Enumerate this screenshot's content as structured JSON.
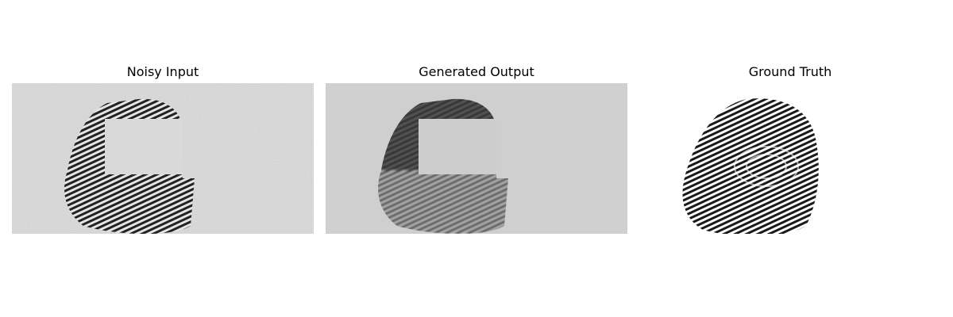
{
  "figure": {
    "panels": [
      {
        "title": "Noisy Input",
        "image": "noisy-fingerprint-with-occlusion"
      },
      {
        "title": "Generated Output",
        "image": "reconstructed-fingerprint-with-occlusion"
      },
      {
        "title": "Ground Truth",
        "image": "clean-fingerprint"
      }
    ]
  },
  "colors": {
    "noisy_background": "#dcdcdc",
    "generated_background": "#cfcfcf",
    "ground_truth_background": "#ffffff",
    "ridge_dark": "#1a1a1a"
  }
}
